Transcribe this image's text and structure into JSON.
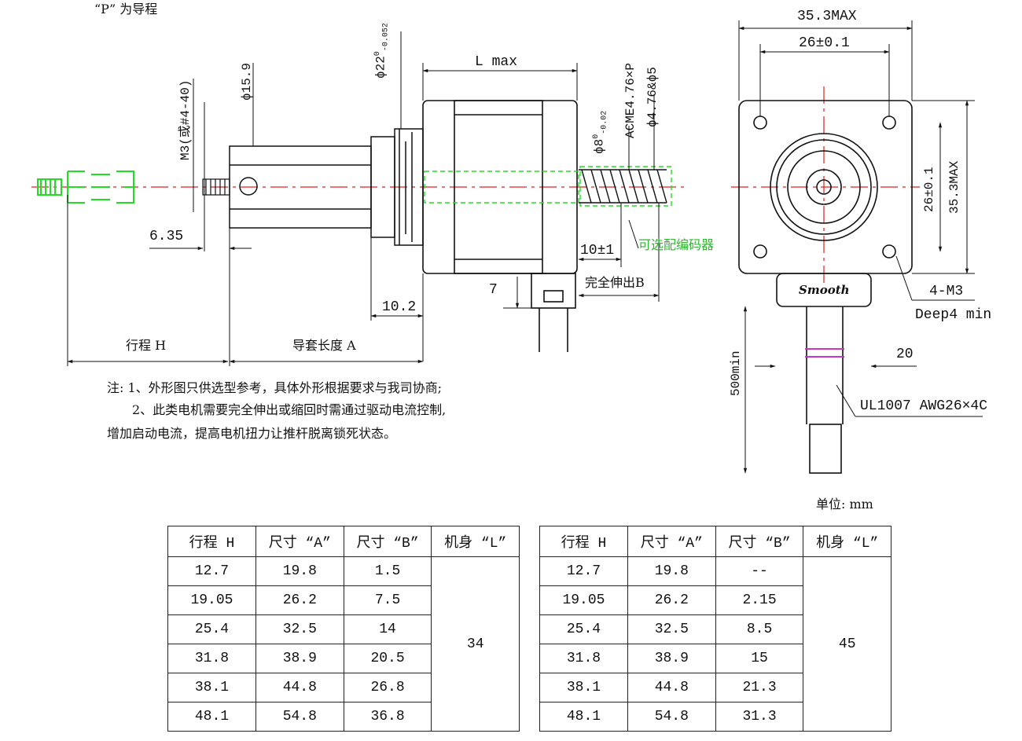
{
  "top_note": "“P” 为导程",
  "dims": {
    "phi22": "ϕ22",
    "phi22_tol_upper": "0",
    "phi22_tol_lower": "-0.052",
    "phi15_9": "ϕ15.9",
    "m3_thread": "M3(或#4-40)",
    "l_max": "L max",
    "phi8": "ϕ8",
    "phi8_tol_upper": "0",
    "phi8_tol_lower": "-0.02",
    "acme": "ACME4.76×P",
    "phi476": "ϕ4.76&ϕ5",
    "d635": "6.35",
    "d102": "10.2",
    "d10": "10±1",
    "d7": "7",
    "full_ext": "完全伸出B",
    "encoder": "可选配编码器",
    "stroke": "行程 H",
    "sleeve": "导套长度 A",
    "w353": "35.3MAX",
    "w26": "26±0.1",
    "h26": "26±0.1",
    "h353": "35.3MAX",
    "m3_holes": "4-M3",
    "deep": "Deep4 min",
    "d20": "20",
    "lead_len": "500min",
    "cable": "UL1007 AWG26×4C",
    "brand": "Smooth"
  },
  "notes": {
    "line1": "注: 1、外形图只供选型参考，具体外形根据要求与我司协商;",
    "line2": "2、此类电机需要完全伸出或缩回时需通过驱动电流控制,",
    "line3": "增加启动电流，提高电机扭力让推杆脱离锁死状态。"
  },
  "unit": "单位: mm",
  "table_headers": [
    "行程 H",
    "尺寸 “A”",
    "尺寸 “B”",
    "机身 “L”"
  ],
  "table1": {
    "rows": [
      [
        "12.7",
        "19.8",
        "1.5"
      ],
      [
        "19.05",
        "26.2",
        "7.5"
      ],
      [
        "25.4",
        "32.5",
        "14"
      ],
      [
        "31.8",
        "38.9",
        "20.5"
      ],
      [
        "38.1",
        "44.8",
        "26.8"
      ],
      [
        "48.1",
        "54.8",
        "36.8"
      ]
    ],
    "body_length": "34"
  },
  "table2": {
    "rows": [
      [
        "12.7",
        "19.8",
        "--"
      ],
      [
        "19.05",
        "26.2",
        "2.15"
      ],
      [
        "25.4",
        "32.5",
        "8.5"
      ],
      [
        "31.8",
        "38.9",
        "15"
      ],
      [
        "38.1",
        "44.8",
        "21.3"
      ],
      [
        "48.1",
        "54.8",
        "31.3"
      ]
    ],
    "body_length": "45"
  },
  "colors": {
    "line": "#111111",
    "centerline": "#e02020",
    "highlight": "#22dd22",
    "marker": "#cc33cc"
  }
}
